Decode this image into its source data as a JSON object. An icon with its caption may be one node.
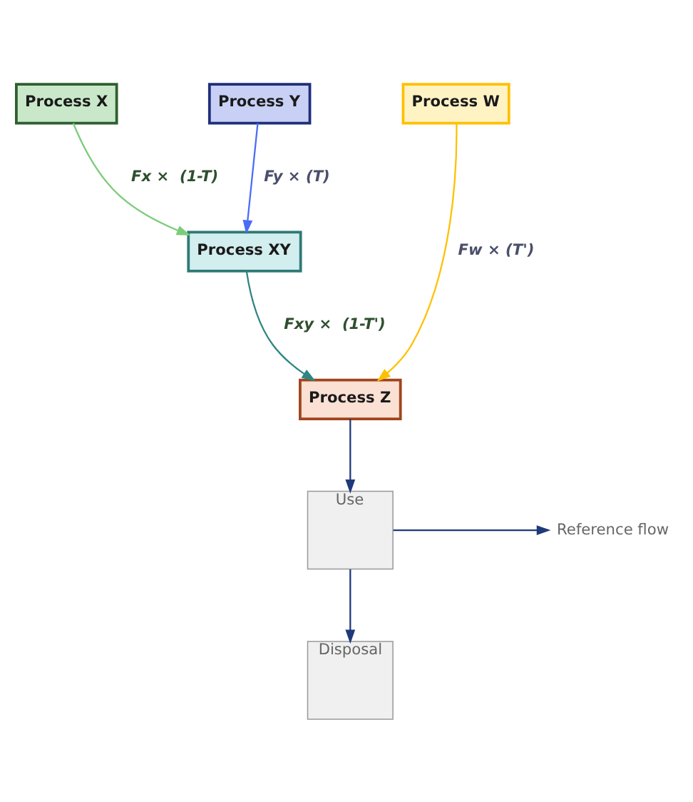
{
  "diagram": {
    "nodes": [
      {
        "text": [
          "Process X"
        ]
      },
      {
        "text": [
          "Process Y"
        ]
      },
      {
        "text": [
          "Process W"
        ]
      },
      {
        "text": [
          "Process XY"
        ]
      },
      {
        "text": [
          "Process Z"
        ]
      },
      {
        "text": [
          "Use"
        ]
      },
      {
        "text": [
          "Reference flow"
        ]
      },
      {
        "text": [
          "Disposal"
        ]
      }
    ],
    "edges": [
      {
        "from": 0,
        "to": 3,
        "arrow": "to",
        "label": "Fx ×  (1-T)",
        "color": "#7dcc7a"
      },
      {
        "from": 1,
        "to": 3,
        "arrow": "to",
        "label": "Fy × (T)",
        "color": "#4a6cf7"
      },
      {
        "from": 3,
        "to": 4,
        "arrow": "to",
        "label": "Fxy ×  (1-T')",
        "color": "#2e8582"
      },
      {
        "from": 2,
        "to": 4,
        "arrow": "to",
        "label": "Fw × (T')",
        "color": "#ffc000"
      },
      {
        "from": 4,
        "to": 5,
        "arrow": "to"
      },
      {
        "from": 5,
        "to": 6,
        "arrow": "to"
      },
      {
        "from": 5,
        "to": 7,
        "arrow": "to"
      }
    ]
  }
}
